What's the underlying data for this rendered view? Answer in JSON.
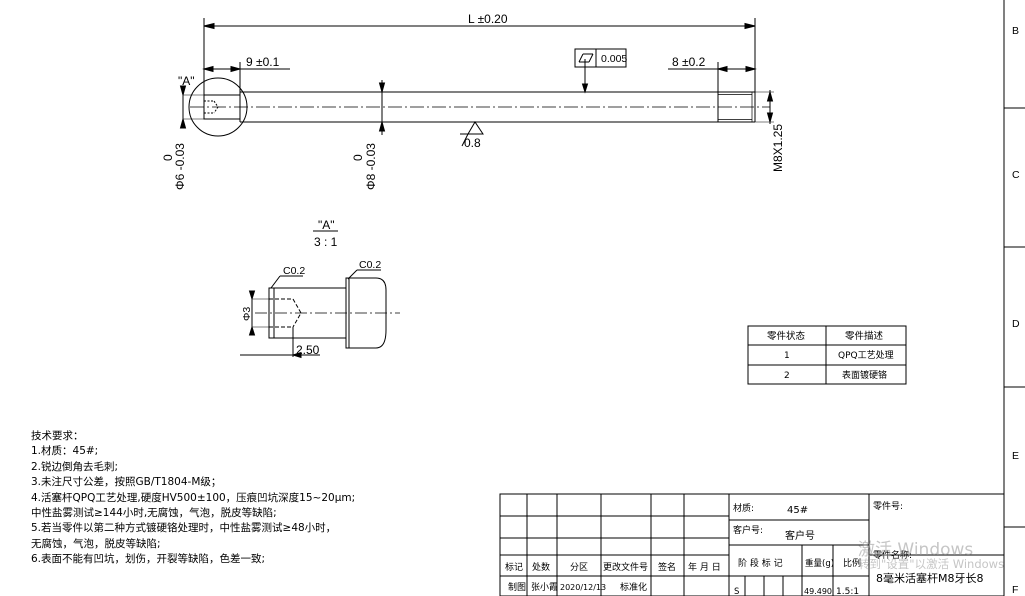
{
  "dimensions": {
    "overall_length": "L ±0.20",
    "left_step": "9 ±0.1",
    "right_thread_len": "8 ±0.2",
    "detail_callout": "\"A\"",
    "dia6_tol": "0",
    "dia6_tol2": "Φ6 -0.03",
    "dia8_tol": "0",
    "dia8_tol2": "Φ8 -0.03",
    "thread": "M8X1.25",
    "roughness": "0.8",
    "straightness": "0.005"
  },
  "detail": {
    "title": "\"A\"",
    "scale": "3 : 1",
    "chamfer_left": "C0.2",
    "chamfer_right": "C0.2",
    "hole_dia": "Φ3",
    "hole_depth": "2.50"
  },
  "state_table": {
    "headers": [
      "零件状态",
      "零件描述"
    ],
    "rows": [
      {
        "state": "1",
        "desc": "QPQ工艺处理"
      },
      {
        "state": "2",
        "desc": "表面镀硬铬"
      }
    ]
  },
  "tech_notes": {
    "title": "技术要求：",
    "lines": [
      "1.材质：45#;",
      "2.锐边倒角去毛刺;",
      "3.未注尺寸公差，按照GB/T1804-M级；",
      "4.活塞杆QPQ工艺处理,硬度HV500±100，压痕凹坑深度15~20μm;",
      "中性盐雾测试≥144小时,无腐蚀，气泡，脱皮等缺陷;",
      "5.若当零件以第二种方式镀硬铬处理时，中性盐雾测试≥48小时，",
      "无腐蚀，气泡，脱皮等缺陷;",
      "6.表面不能有凹坑，划伤，开裂等缺陷，色差一致;"
    ]
  },
  "title_block": {
    "material_label": "材质:",
    "material_value": "45#",
    "customer_no_label": "客户号:",
    "customer_no_value": "客户号",
    "part_no_label": "零件号:",
    "part_name_label": "零件名称:",
    "part_name_value": "8毫米活塞杆M8牙长8",
    "headers": [
      "标记",
      "处数",
      "分区",
      "更改文件号",
      "签名",
      "年 月 日"
    ],
    "stage_label": "阶 段 标 记",
    "weight_label": "重量(g)",
    "scale_label": "比例",
    "drawn_label": "制图",
    "drawn_by": "张小霞",
    "drawn_date": "2020/12/13",
    "standardize_label": "标准化",
    "stage_value": "S",
    "weight_value": "49.490",
    "scale_value": "1.5:1"
  },
  "zones": [
    "B",
    "C",
    "D",
    "E",
    "F"
  ],
  "watermark": {
    "line1": "激活 Windows",
    "line2": "转到\"设置\"以激活 Windows"
  }
}
